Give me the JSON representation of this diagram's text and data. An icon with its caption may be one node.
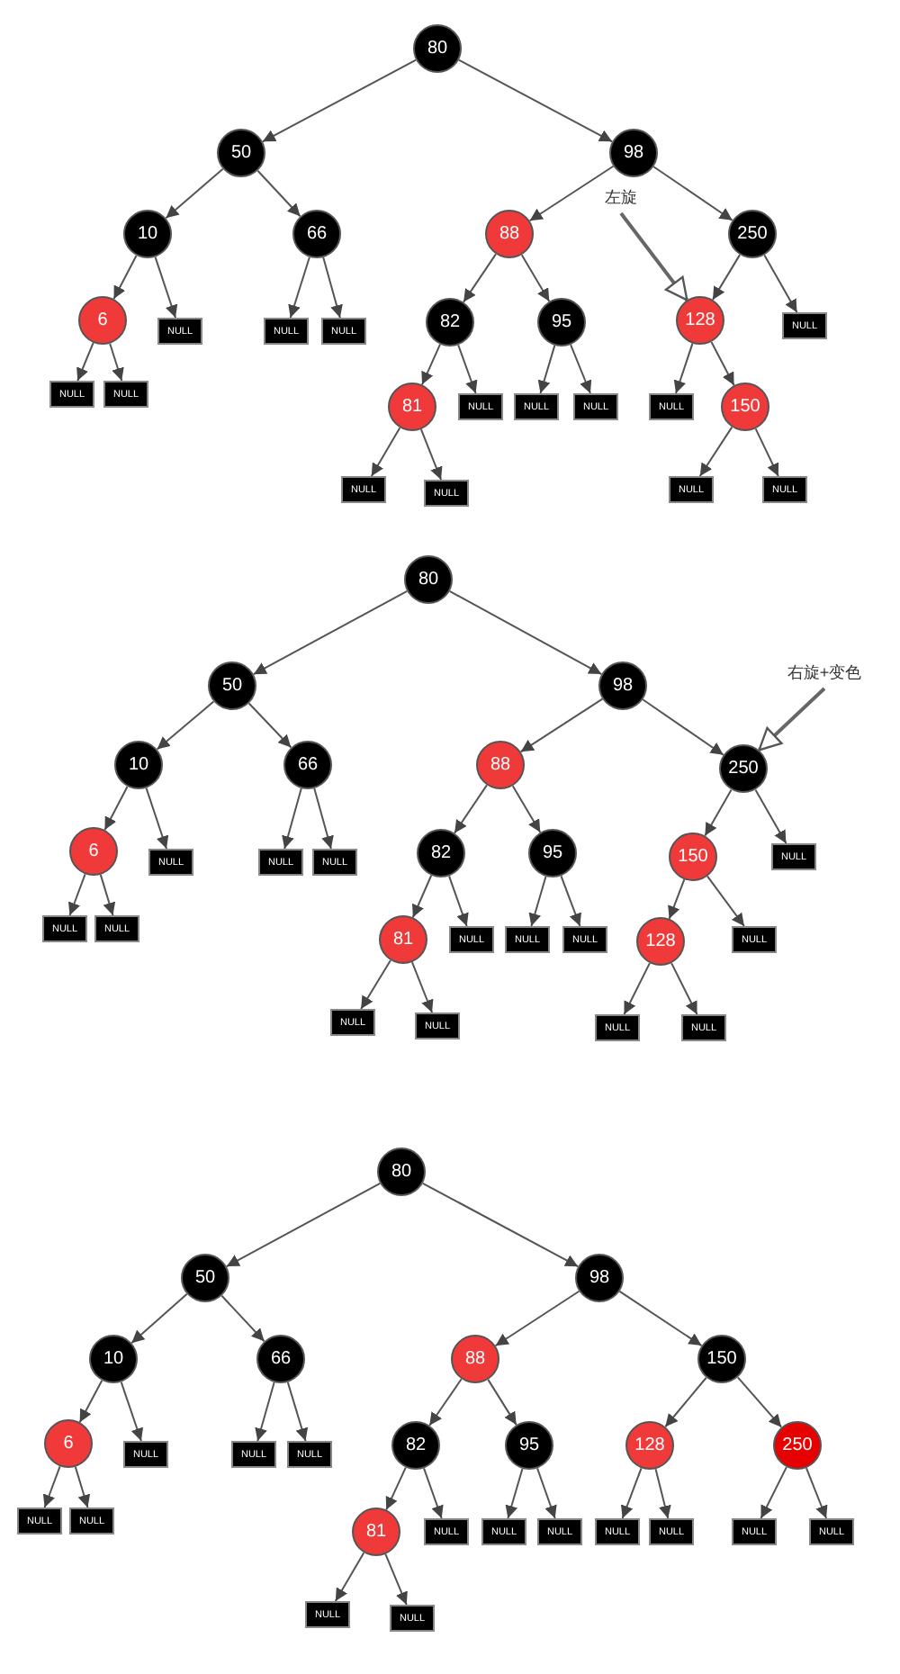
{
  "diagram": {
    "nodes": [
      {
        "text": [
          "80"
        ]
      },
      {
        "text": [
          "50"
        ]
      },
      {
        "text": [
          "98"
        ]
      },
      {
        "text": [
          "10"
        ]
      },
      {
        "text": [
          "66"
        ]
      },
      {
        "text": [
          "88"
        ]
      },
      {
        "text": [
          "左旋"
        ]
      },
      {
        "text": [
          "250"
        ]
      },
      {
        "text": [
          "6"
        ]
      },
      {
        "text": [
          "NULL"
        ]
      },
      {
        "text": [
          "NULL"
        ]
      },
      {
        "text": [
          "NULL"
        ]
      },
      {
        "text": [
          "82"
        ]
      },
      {
        "text": [
          "95"
        ]
      },
      {
        "text": [
          "128"
        ]
      },
      {
        "text": [
          "NULL"
        ]
      },
      {
        "text": [
          "NULL"
        ]
      },
      {
        "text": [
          "NULL"
        ]
      },
      {
        "text": [
          "81"
        ]
      },
      {
        "text": [
          "NULL"
        ]
      },
      {
        "text": [
          "NULL"
        ]
      },
      {
        "text": [
          "NULL"
        ]
      },
      {
        "text": [
          "NULL"
        ]
      },
      {
        "text": [
          "150"
        ]
      },
      {
        "text": [
          "NULL"
        ]
      },
      {
        "text": [
          "NULL"
        ]
      },
      {
        "text": [
          "NULL"
        ]
      },
      {
        "text": [
          "NULL"
        ]
      },
      {
        "text": [
          "80"
        ]
      },
      {
        "text": [
          "50"
        ]
      },
      {
        "text": [
          "98"
        ]
      },
      {
        "text": [
          "右旋+变色"
        ]
      },
      {
        "text": [
          "10"
        ]
      },
      {
        "text": [
          "66"
        ]
      },
      {
        "text": [
          "88"
        ]
      },
      {
        "text": [
          "250"
        ]
      },
      {
        "text": [
          "6"
        ]
      },
      {
        "text": [
          "NULL"
        ]
      },
      {
        "text": [
          "NULL"
        ]
      },
      {
        "text": [
          "NULL"
        ]
      },
      {
        "text": [
          "82"
        ]
      },
      {
        "text": [
          "95"
        ]
      },
      {
        "text": [
          "150"
        ]
      },
      {
        "text": [
          "NULL"
        ]
      },
      {
        "text": [
          "NULL"
        ]
      },
      {
        "text": [
          "NULL"
        ]
      },
      {
        "text": [
          "81"
        ]
      },
      {
        "text": [
          "NULL"
        ]
      },
      {
        "text": [
          "NULL"
        ]
      },
      {
        "text": [
          "NULL"
        ]
      },
      {
        "text": [
          "128"
        ]
      },
      {
        "text": [
          "NULL"
        ]
      },
      {
        "text": [
          "NULL"
        ]
      },
      {
        "text": [
          "NULL"
        ]
      },
      {
        "text": [
          "NULL"
        ]
      },
      {
        "text": [
          "NULL"
        ]
      },
      {
        "text": [
          "80"
        ]
      },
      {
        "text": [
          "50"
        ]
      },
      {
        "text": [
          "98"
        ]
      },
      {
        "text": [
          "10"
        ]
      },
      {
        "text": [
          "66"
        ]
      },
      {
        "text": [
          "88"
        ]
      },
      {
        "text": [
          "150"
        ]
      },
      {
        "text": [
          "6"
        ]
      },
      {
        "text": [
          "NULL"
        ]
      },
      {
        "text": [
          "NULL"
        ]
      },
      {
        "text": [
          "NULL"
        ]
      },
      {
        "text": [
          "82"
        ]
      },
      {
        "text": [
          "95"
        ]
      },
      {
        "text": [
          "128"
        ]
      },
      {
        "text": [
          "250"
        ]
      },
      {
        "text": [
          "NULL"
        ]
      },
      {
        "text": [
          "NULL"
        ]
      },
      {
        "text": [
          "81"
        ]
      },
      {
        "text": [
          "NULL"
        ]
      },
      {
        "text": [
          "NULL"
        ]
      },
      {
        "text": [
          "NULL"
        ]
      },
      {
        "text": [
          "NULL"
        ]
      },
      {
        "text": [
          "NULL"
        ]
      },
      {
        "text": [
          "NULL"
        ]
      },
      {
        "text": [
          "NULL"
        ]
      },
      {
        "text": [
          "NULL"
        ]
      },
      {
        "text": [
          "NULL"
        ]
      }
    ],
    "edges": [
      {
        "from": 0,
        "to": 1,
        "arrow": "to"
      },
      {
        "from": 0,
        "to": 2,
        "arrow": "to"
      },
      {
        "from": 1,
        "to": 3,
        "arrow": "to"
      },
      {
        "from": 1,
        "to": 4,
        "arrow": "to"
      },
      {
        "from": 2,
        "to": 5,
        "arrow": "to"
      },
      {
        "from": 2,
        "to": 7,
        "arrow": "to"
      },
      {
        "from": 3,
        "to": 8,
        "arrow": "to"
      },
      {
        "from": 3,
        "to": 9,
        "arrow": "to"
      },
      {
        "from": 4,
        "to": 10,
        "arrow": "to"
      },
      {
        "from": 4,
        "to": 11,
        "arrow": "to"
      },
      {
        "from": 5,
        "to": 12,
        "arrow": "to"
      },
      {
        "from": 5,
        "to": 13,
        "arrow": "to"
      },
      {
        "from": 7,
        "to": 14,
        "arrow": "to"
      },
      {
        "from": 7,
        "to": 15,
        "arrow": "to"
      },
      {
        "from": 8,
        "to": 16,
        "arrow": "to"
      },
      {
        "from": 8,
        "to": 17,
        "arrow": "to"
      },
      {
        "from": 12,
        "to": 18,
        "arrow": "to"
      },
      {
        "from": 12,
        "to": 19,
        "arrow": "to"
      },
      {
        "from": 13,
        "to": 20,
        "arrow": "to"
      },
      {
        "from": 13,
        "to": 21,
        "arrow": "to"
      },
      {
        "from": 14,
        "to": 22,
        "arrow": "to"
      },
      {
        "from": 14,
        "to": 23,
        "arrow": "to"
      },
      {
        "from": 18,
        "to": 24,
        "arrow": "to"
      },
      {
        "from": 18,
        "to": 25,
        "arrow": "to"
      },
      {
        "from": 23,
        "to": 26,
        "arrow": "to"
      },
      {
        "from": 23,
        "to": 27,
        "arrow": "to"
      },
      {
        "from": 6,
        "to": 14,
        "arrow": "to"
      },
      {
        "from": 28,
        "to": 29,
        "arrow": "to"
      },
      {
        "from": 28,
        "to": 30,
        "arrow": "to"
      },
      {
        "from": 29,
        "to": 32,
        "arrow": "to"
      },
      {
        "from": 29,
        "to": 33,
        "arrow": "to"
      },
      {
        "from": 30,
        "to": 34,
        "arrow": "to"
      },
      {
        "from": 30,
        "to": 35,
        "arrow": "to"
      },
      {
        "from": 32,
        "to": 36,
        "arrow": "to"
      },
      {
        "from": 32,
        "to": 37,
        "arrow": "to"
      },
      {
        "from": 33,
        "to": 38,
        "arrow": "to"
      },
      {
        "from": 33,
        "to": 39,
        "arrow": "to"
      },
      {
        "from": 34,
        "to": 40,
        "arrow": "to"
      },
      {
        "from": 34,
        "to": 41,
        "arrow": "to"
      },
      {
        "from": 35,
        "to": 42,
        "arrow": "to"
      },
      {
        "from": 35,
        "to": 43,
        "arrow": "to"
      },
      {
        "from": 36,
        "to": 44,
        "arrow": "to"
      },
      {
        "from": 36,
        "to": 45,
        "arrow": "to"
      },
      {
        "from": 40,
        "to": 46,
        "arrow": "to"
      },
      {
        "from": 40,
        "to": 47,
        "arrow": "to"
      },
      {
        "from": 41,
        "to": 48,
        "arrow": "to"
      },
      {
        "from": 41,
        "to": 49,
        "arrow": "to"
      },
      {
        "from": 42,
        "to": 50,
        "arrow": "to"
      },
      {
        "from": 42,
        "to": 51,
        "arrow": "to"
      },
      {
        "from": 46,
        "to": 52,
        "arrow": "to"
      },
      {
        "from": 46,
        "to": 53,
        "arrow": "to"
      },
      {
        "from": 50,
        "to": 54,
        "arrow": "to"
      },
      {
        "from": 50,
        "to": 55,
        "arrow": "to"
      },
      {
        "from": 31,
        "to": 35,
        "arrow": "to"
      },
      {
        "from": 56,
        "to": 57,
        "arrow": "to"
      },
      {
        "from": 56,
        "to": 58,
        "arrow": "to"
      },
      {
        "from": 57,
        "to": 59,
        "arrow": "to"
      },
      {
        "from": 57,
        "to": 60,
        "arrow": "to"
      },
      {
        "from": 58,
        "to": 61,
        "arrow": "to"
      },
      {
        "from": 58,
        "to": 62,
        "arrow": "to"
      },
      {
        "from": 59,
        "to": 63,
        "arrow": "to"
      },
      {
        "from": 59,
        "to": 64,
        "arrow": "to"
      },
      {
        "from": 60,
        "to": 65,
        "arrow": "to"
      },
      {
        "from": 60,
        "to": 66,
        "arrow": "to"
      },
      {
        "from": 61,
        "to": 67,
        "arrow": "to"
      },
      {
        "from": 61,
        "to": 68,
        "arrow": "to"
      },
      {
        "from": 62,
        "to": 69,
        "arrow": "to"
      },
      {
        "from": 62,
        "to": 70,
        "arrow": "to"
      },
      {
        "from": 63,
        "to": 71,
        "arrow": "to"
      },
      {
        "from": 63,
        "to": 72,
        "arrow": "to"
      },
      {
        "from": 67,
        "to": 73,
        "arrow": "to"
      },
      {
        "from": 67,
        "to": 74,
        "arrow": "to"
      },
      {
        "from": 68,
        "to": 75,
        "arrow": "to"
      },
      {
        "from": 68,
        "to": 76,
        "arrow": "to"
      },
      {
        "from": 69,
        "to": 77,
        "arrow": "to"
      },
      {
        "from": 69,
        "to": 78,
        "arrow": "to"
      },
      {
        "from": 70,
        "to": 79,
        "arrow": "to"
      },
      {
        "from": 70,
        "to": 80,
        "arrow": "to"
      },
      {
        "from": 73,
        "to": 81,
        "arrow": "to"
      },
      {
        "from": 73,
        "to": 82,
        "arrow": "to"
      }
    ]
  }
}
